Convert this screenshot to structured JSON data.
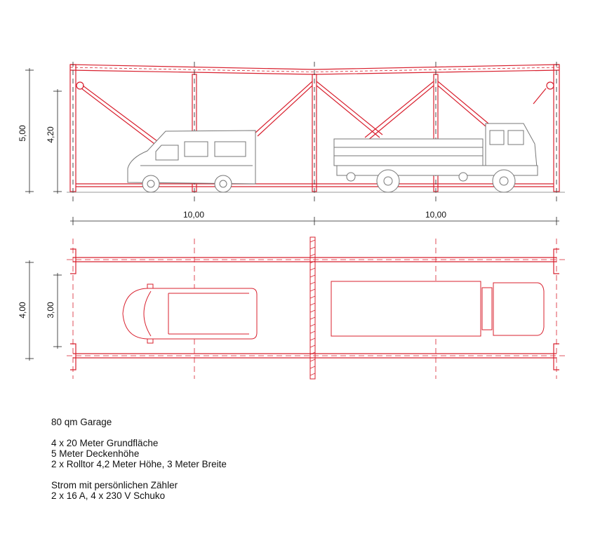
{
  "dimensions": {
    "total_height": "5,00",
    "door_height": "4,20",
    "bay_left_length": "10,00",
    "bay_right_length": "10,00",
    "total_width": "4,00",
    "door_width": "3,00"
  },
  "notes": {
    "title": "80 qm Garage",
    "specs": [
      "4 x 20 Meter Grundfläche",
      "5 Meter Deckenhöhe",
      "2 x Rolltor 4,2 Meter Höhe, 3 Meter Breite"
    ],
    "power": [
      "Strom mit persönlichen Zähler",
      "2 x 16 A, 4 x 230 V Schuko"
    ]
  },
  "colors": {
    "structure": "#d8202e",
    "vehicle": "#777777",
    "dimension": "#222222"
  }
}
